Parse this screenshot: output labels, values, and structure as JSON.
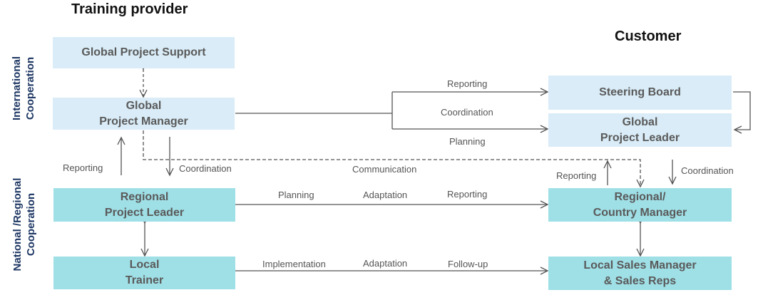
{
  "headers": {
    "provider": "Training provider",
    "customer": "Customer"
  },
  "side_labels": {
    "international": "International\nCooperation",
    "national": "National /Regional\nCooperation"
  },
  "boxes": {
    "global_support": "Global Project Support",
    "global_pm": "Global\nProject Manager",
    "regional_pl": "Regional\nProject Leader",
    "local_trainer": "Local\nTrainer",
    "steering_board": "Steering Board",
    "global_pl": "Global\nProject Leader",
    "regional_cm": "Regional/\nCountry Manager",
    "local_sales": "Local Sales Manager\n& Sales Reps"
  },
  "labels": {
    "reporting_top": "Reporting",
    "coordination_top": "Coordination",
    "planning_top": "Planning",
    "reporting_left": "Reporting",
    "coordination_left": "Coordination",
    "communication": "Communication",
    "reporting_right": "Reporting",
    "coordination_right": "Coordination",
    "planning_mid": "Planning",
    "adaptation_mid": "Adaptation",
    "reporting_mid": "Reporting",
    "implementation_bot": "Implementation",
    "adaptation_bot": "Adaptation",
    "followup_bot": "Follow-up"
  },
  "colors": {
    "light_box": "#d9ecf7",
    "teal_box": "#9fdfe6",
    "side_text": "#1f3864",
    "line": "#555555"
  }
}
